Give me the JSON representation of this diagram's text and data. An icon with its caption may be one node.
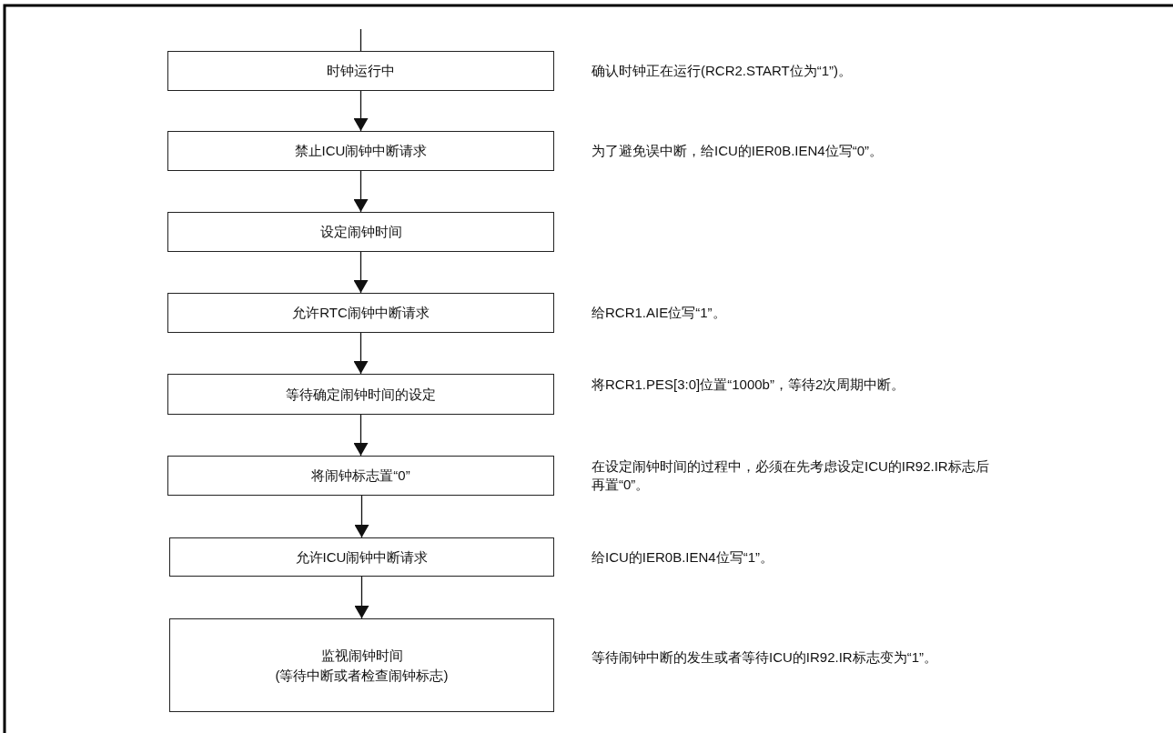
{
  "diagram": {
    "nodes": [
      {
        "text": [
          "时钟运行中"
        ],
        "beside": [
          "确认时钟正在运行(RCR2.START位为“1”)。"
        ]
      },
      {
        "text": [
          "禁止ICU闹钟中断请求"
        ],
        "beside": [
          "为了避免误中断，给ICU的IER0B.IEN4位写“0”。"
        ]
      },
      {
        "text": [
          "设定闹钟时间"
        ]
      },
      {
        "text": [
          "允许RTC闹钟中断请求"
        ],
        "beside": [
          "给RCR1.AIE位写“1”。"
        ]
      },
      {
        "text": [
          "等待确定闹钟时间的设定"
        ],
        "beside": [
          "将RCR1.PES[3:0]位置“1000b”，等待2次周期中断。"
        ]
      },
      {
        "text": [
          "将闹钟标志置“0”"
        ],
        "beside": [
          "在设定闹钟时间的过程中，必须在先考虑设定ICU的IR92.IR标志后再置“0”。"
        ]
      },
      {
        "text": [
          "允许ICU闹钟中断请求"
        ],
        "beside": [
          "给ICU的IER0B.IEN4位写“1”。"
        ]
      },
      {
        "text": [
          "监视闹钟时间",
          "(等待中断或者检查闹钟标志)"
        ],
        "beside": [
          "等待闹钟中断的发生或者等待ICU的IR92.IR标志变为“1”。"
        ]
      }
    ],
    "edges": [
      {
        "from": null,
        "to": 0,
        "arrow": "none"
      },
      {
        "from": 0,
        "to": 1,
        "arrow": "to"
      },
      {
        "from": 1,
        "to": 2,
        "arrow": "to"
      },
      {
        "from": 2,
        "to": 3,
        "arrow": "to"
      },
      {
        "from": 3,
        "to": 4,
        "arrow": "to"
      },
      {
        "from": 4,
        "to": 5,
        "arrow": "to"
      },
      {
        "from": 5,
        "to": 6,
        "arrow": "to"
      },
      {
        "from": 6,
        "to": 7,
        "arrow": "to"
      }
    ]
  }
}
